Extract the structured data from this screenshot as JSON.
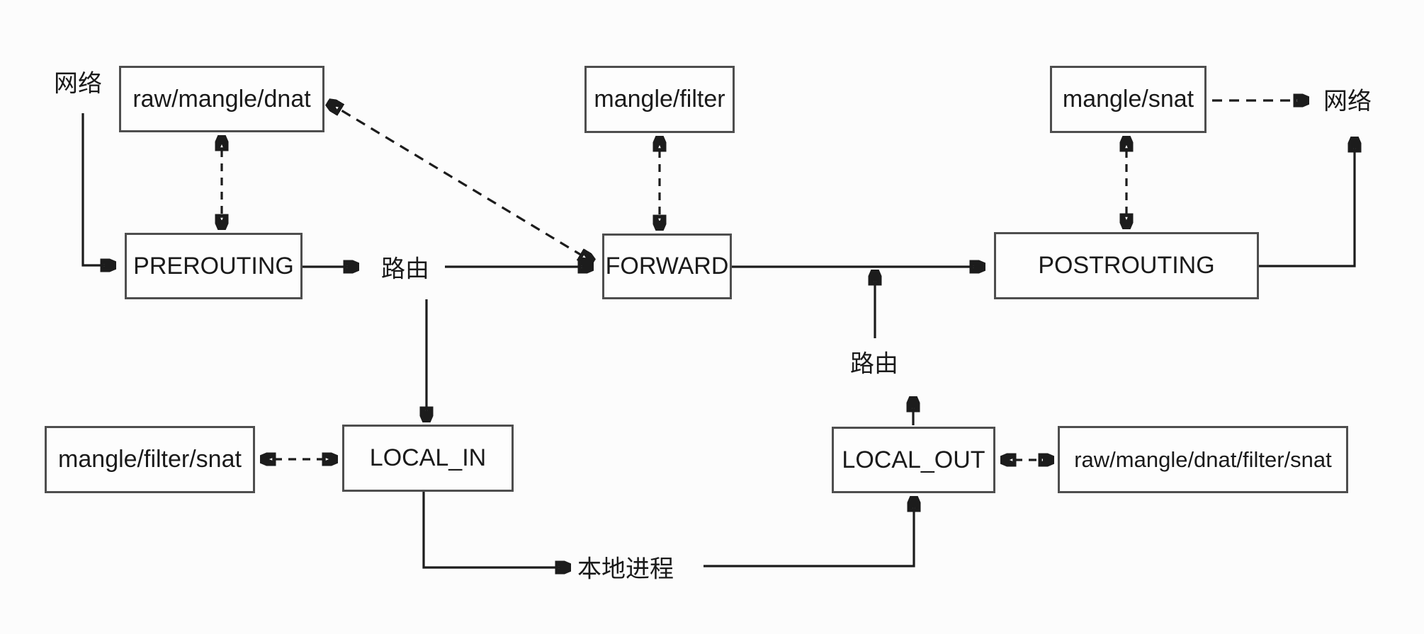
{
  "nodes": {
    "raw_mangle_dnat": "raw/mangle/dnat",
    "mangle_filter": "mangle/filter",
    "mangle_snat": "mangle/snat",
    "prerouting": "PREROUTING",
    "forward": "FORWARD",
    "postrouting": "POSTROUTING",
    "local_in": "LOCAL_IN",
    "mangle_filter_snat": "mangle/filter/snat",
    "local_out": "LOCAL_OUT",
    "raw_mangle_dnat_filter_snat": "raw/mangle/dnat/filter/snat"
  },
  "labels": {
    "network_in": "网络",
    "route_after_prerouting": "路由",
    "route_before_postrouting": "路由",
    "local_process": "本地进程",
    "network_out": "网络"
  },
  "colors": {
    "background": "#fcfcfc",
    "box_fill": "#fdfdfd",
    "box_border": "#4e4e4e",
    "line": "#1c1c1c",
    "text": "#1a1a1a"
  }
}
